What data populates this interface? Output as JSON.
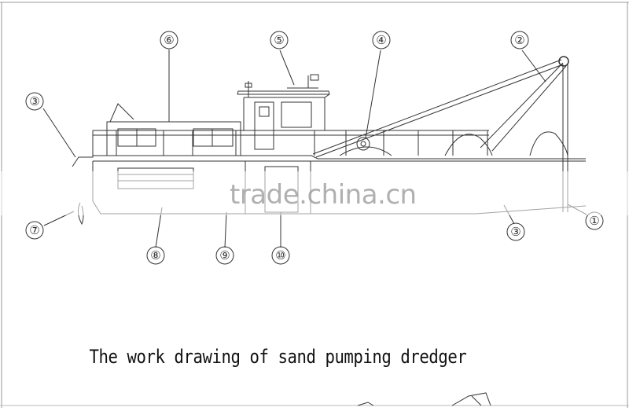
{
  "caption": "The work drawing of sand pumping dredger",
  "watermark": "trade.china.cn",
  "callouts": [
    "①",
    "②",
    "③",
    "④",
    "⑤",
    "⑥",
    "⑦",
    "⑧",
    "⑨",
    "⑩"
  ],
  "colors": {
    "line": "#333333",
    "background": "#ffffff"
  }
}
